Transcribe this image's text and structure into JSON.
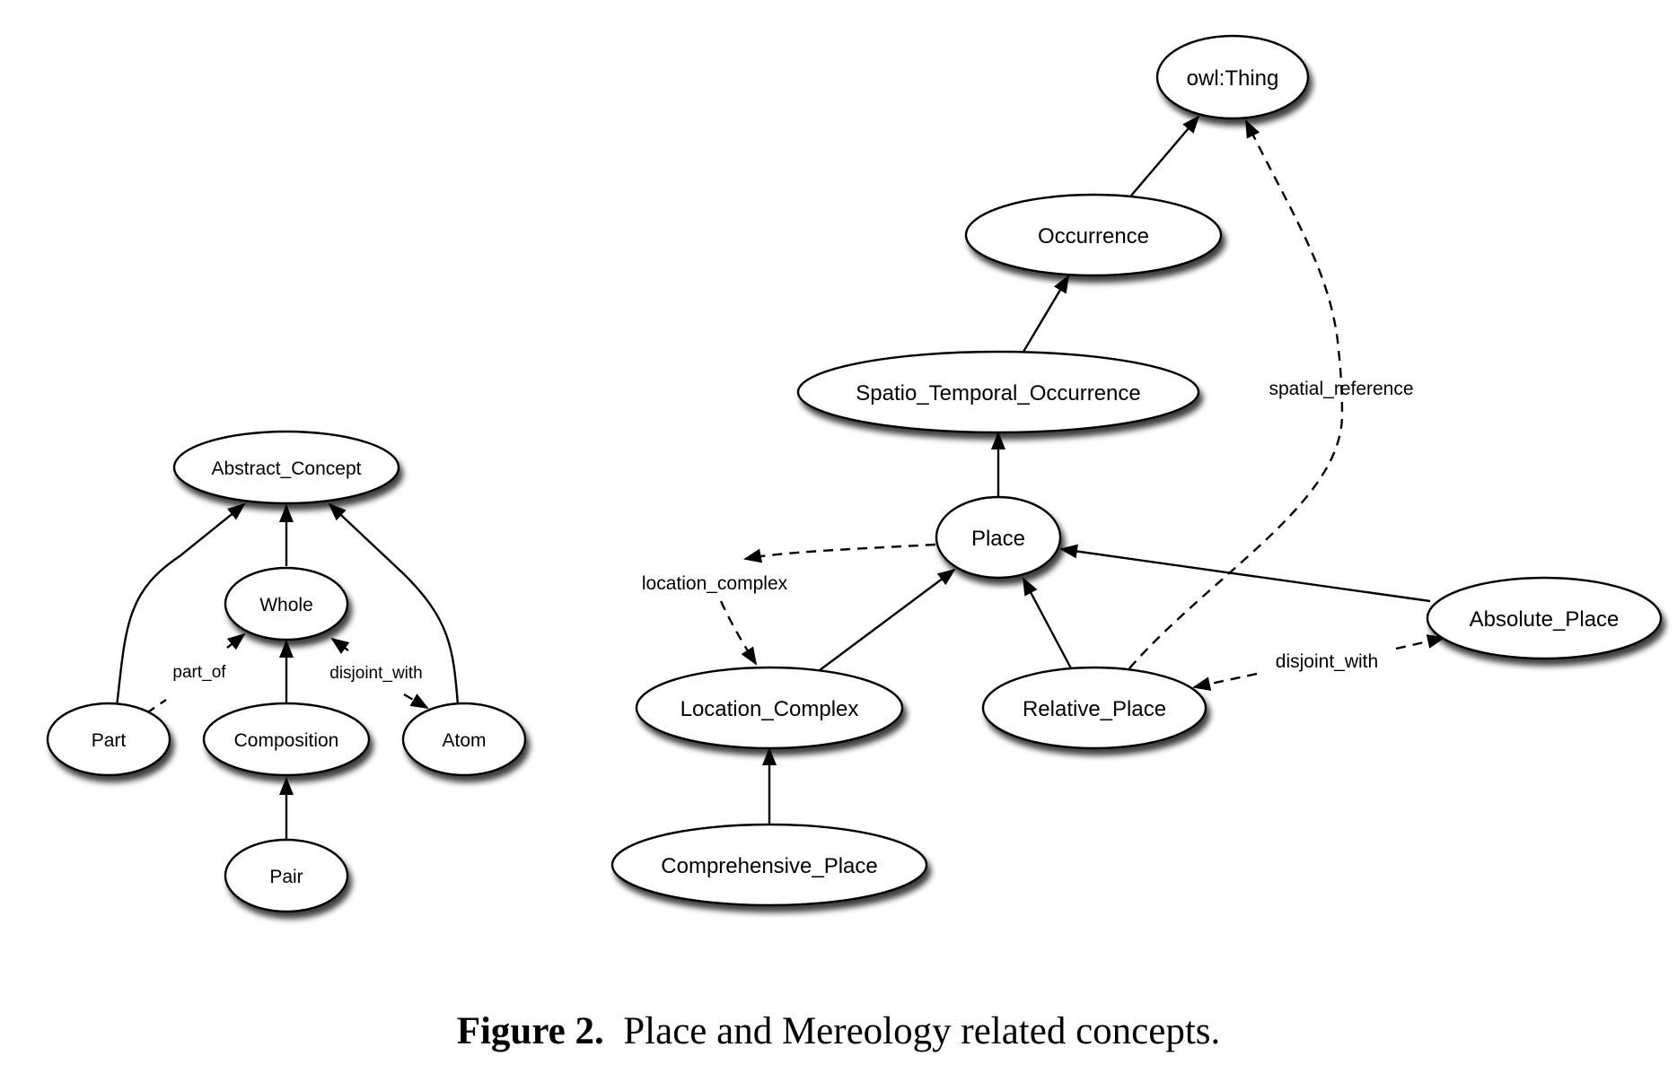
{
  "nodes": [
    {
      "id": "owl_thing",
      "label": "owl:Thing"
    },
    {
      "id": "occurrence",
      "label": "Occurrence"
    },
    {
      "id": "spatio_temporal",
      "label": "Spatio_Temporal_Occurrence"
    },
    {
      "id": "place",
      "label": "Place"
    },
    {
      "id": "location_complex",
      "label": "Location_Complex"
    },
    {
      "id": "relative_place",
      "label": "Relative_Place"
    },
    {
      "id": "absolute_place",
      "label": "Absolute_Place"
    },
    {
      "id": "comprehensive_place",
      "label": "Comprehensive_Place"
    },
    {
      "id": "abstract_concept",
      "label": "Abstract_Concept"
    },
    {
      "id": "whole",
      "label": "Whole"
    },
    {
      "id": "part",
      "label": "Part"
    },
    {
      "id": "composition",
      "label": "Composition"
    },
    {
      "id": "atom",
      "label": "Atom"
    },
    {
      "id": "pair",
      "label": "Pair"
    }
  ],
  "edges": [
    {
      "from": "occurrence",
      "to": "owl_thing",
      "style": "solid"
    },
    {
      "from": "spatio_temporal",
      "to": "occurrence",
      "style": "solid"
    },
    {
      "from": "place",
      "to": "spatio_temporal",
      "style": "solid"
    },
    {
      "from": "location_complex",
      "to": "place",
      "style": "solid"
    },
    {
      "from": "relative_place",
      "to": "place",
      "style": "solid"
    },
    {
      "from": "absolute_place",
      "to": "place",
      "style": "solid"
    },
    {
      "from": "comprehensive_place",
      "to": "location_complex",
      "style": "solid"
    },
    {
      "from": "relative_place",
      "to": "owl_thing",
      "style": "dashed",
      "label": "spatial_reference"
    },
    {
      "from": "place",
      "to": "location_complex",
      "style": "dashed",
      "label": "location_complex"
    },
    {
      "from": "relative_place",
      "to": "absolute_place",
      "style": "dashed",
      "label": "disjoint_with"
    },
    {
      "from": "whole",
      "to": "abstract_concept",
      "style": "solid"
    },
    {
      "from": "part",
      "to": "abstract_concept",
      "style": "solid"
    },
    {
      "from": "atom",
      "to": "abstract_concept",
      "style": "solid"
    },
    {
      "from": "composition",
      "to": "whole",
      "style": "solid"
    },
    {
      "from": "pair",
      "to": "composition",
      "style": "solid"
    },
    {
      "from": "part",
      "to": "whole",
      "style": "dashed",
      "label": "part_of"
    },
    {
      "from": "whole",
      "to": "atom",
      "style": "dashed",
      "label": "disjoint_with"
    }
  ],
  "caption": {
    "number": "Figure 2.",
    "text": "Place and Mereology related concepts."
  }
}
